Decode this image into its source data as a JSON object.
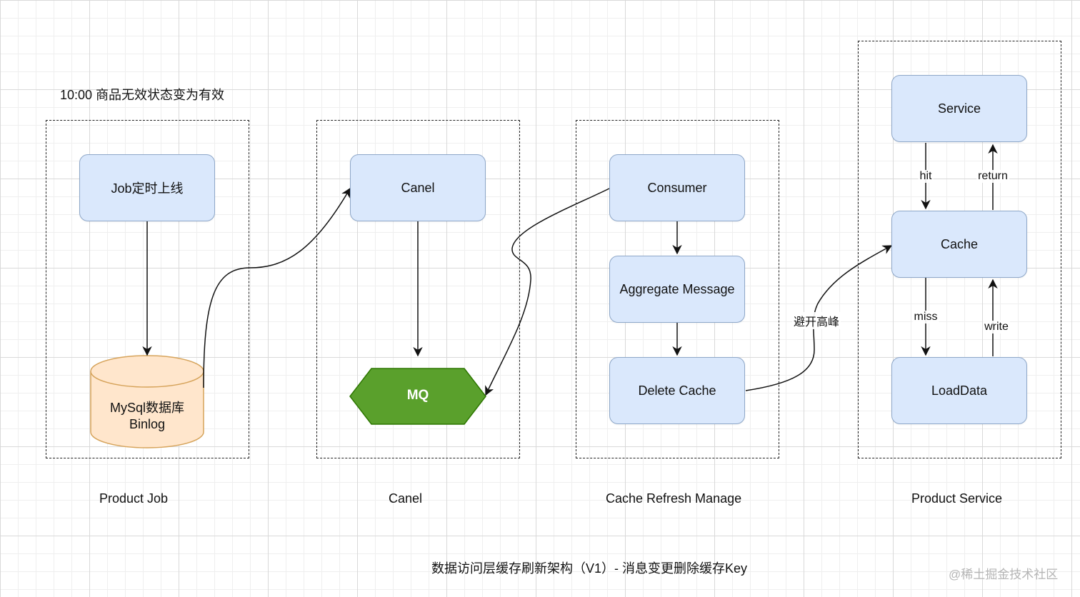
{
  "diagram": {
    "top_note": "10:00 商品无效状态变为有效",
    "caption": "数据访问层缓存刷新架构（V1）- 消息变更删除缓存Key",
    "watermark": "@稀土掘金技术社区",
    "groups": {
      "product_job": "Product Job",
      "canel": "Canel",
      "cache_refresh": "Cache Refresh Manage",
      "product_service": "Product Service"
    },
    "nodes": {
      "job": "Job定时上线",
      "mysql_line1": "MySql数据库",
      "mysql_line2": "Binlog",
      "canel": "Canel",
      "mq": "MQ",
      "consumer": "Consumer",
      "aggregate": "Aggregate Message",
      "delete_cache": "Delete Cache",
      "service": "Service",
      "cache": "Cache",
      "loaddata": "LoadData"
    },
    "edge_labels": {
      "peak": "避开高峰",
      "hit": "hit",
      "return": "return",
      "miss": "miss",
      "write": "write"
    }
  },
  "colors": {
    "process_fill": "#dae8fc",
    "process_stroke": "#8ea7c8",
    "database_fill": "#ffe6cc",
    "database_stroke": "#d6a35a",
    "mq_fill": "#5aa02c",
    "mq_stroke": "#2d7600",
    "line": "#111111"
  }
}
